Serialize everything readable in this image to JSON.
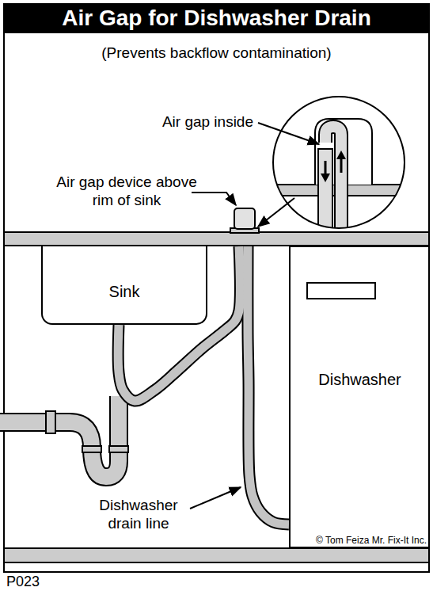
{
  "diagram": {
    "title": "Air Gap for Dishwasher Drain",
    "nodes": [
      {
        "text": [
          "Sink"
        ]
      },
      {
        "text": [
          "Dishwasher"
        ]
      }
    ],
    "edges": [
      {
        "from": 1,
        "to": 0,
        "arrow": "none"
      }
    ],
    "labels": [
      "(Prevents backflow contamination)",
      "Air gap inside",
      "Air gap device above rim of sink",
      "Dishwasher drain line",
      "© Tom Feiza Mr. Fix-It Inc.",
      "P023"
    ]
  }
}
